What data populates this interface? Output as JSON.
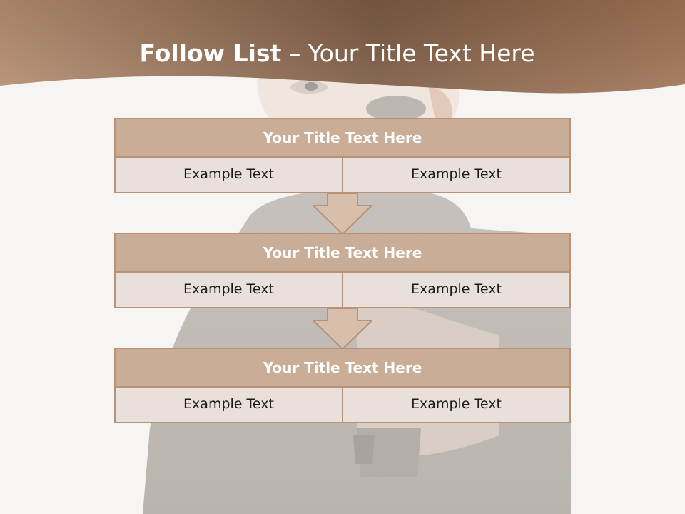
{
  "slide": {
    "title_bold": "Follow List",
    "title_rest": " – Your Title Text Here"
  },
  "colors": {
    "header_band": "#a67a58",
    "block_title_fill": "#c9ad97",
    "block_row_fill": "#e9dfdb",
    "block_border": "#b89275",
    "arrow_fill": "#d8bfac"
  },
  "blocks": [
    {
      "title": "Your Title Text Here",
      "left": "Example Text",
      "right": "Example Text"
    },
    {
      "title": "Your Title Text Here",
      "left": "Example Text",
      "right": "Example Text"
    },
    {
      "title": "Your Title Text Here",
      "left": "Example Text",
      "right": "Example Text"
    }
  ]
}
